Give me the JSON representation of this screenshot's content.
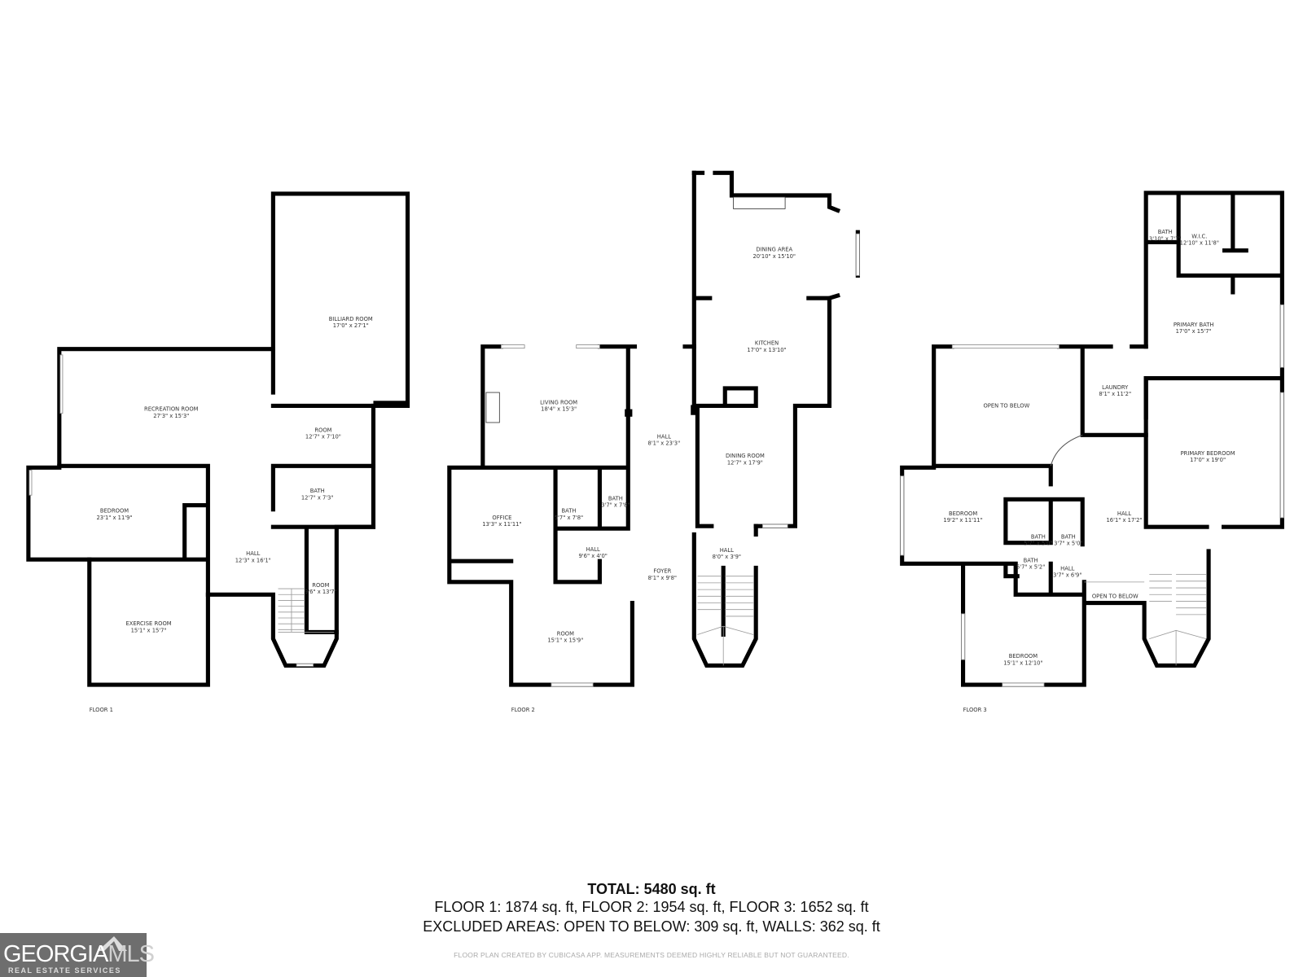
{
  "floors": [
    {
      "label": "FLOOR 1",
      "rooms": [
        {
          "name": "BILLIARD ROOM",
          "dims": "17'0\" x 27'1\""
        },
        {
          "name": "RECREATION ROOM",
          "dims": "27'3\" x 15'3\""
        },
        {
          "name": "ROOM",
          "dims": "12'7\" x 7'10\""
        },
        {
          "name": "BATH",
          "dims": "12'7\" x 7'3\""
        },
        {
          "name": "BEDROOM",
          "dims": "23'1\" x 11'9\""
        },
        {
          "name": "HALL",
          "dims": "12'3\" x 16'1\""
        },
        {
          "name": "ROOM",
          "dims": "9'6\" x 13'7\""
        },
        {
          "name": "EXERCISE ROOM",
          "dims": "15'1\" x 15'7\""
        }
      ]
    },
    {
      "label": "FLOOR 2",
      "rooms": [
        {
          "name": "DINING AREA",
          "dims": "20'10\" x 15'10\""
        },
        {
          "name": "KITCHEN",
          "dims": "17'0\" x 13'10\""
        },
        {
          "name": "LIVING ROOM",
          "dims": "18'4\" x 15'3\""
        },
        {
          "name": "HALL",
          "dims": "8'1\" x 23'3\""
        },
        {
          "name": "DINING ROOM",
          "dims": "12'7\" x 17'9\""
        },
        {
          "name": "OFFICE",
          "dims": "13'3\" x 11'11\""
        },
        {
          "name": "BATH",
          "dims": "5'7\" x 7'8\""
        },
        {
          "name": "BATH",
          "dims": "3'7\" x 7'8\""
        },
        {
          "name": "HALL",
          "dims": "9'6\" x 4'0\""
        },
        {
          "name": "FOYER",
          "dims": "8'1\" x 9'8\""
        },
        {
          "name": "HALL",
          "dims": "8'0\" x 3'9\""
        },
        {
          "name": "ROOM",
          "dims": "15'1\" x 15'9\""
        }
      ]
    },
    {
      "label": "FLOOR 3",
      "rooms": [
        {
          "name": "BATH",
          "dims": "3'10\" x 7'7\""
        },
        {
          "name": "W.I.C.",
          "dims": "12'10\" x 11'8\""
        },
        {
          "name": "PRIMARY BATH",
          "dims": "17'0\" x 15'7\""
        },
        {
          "name": "OPEN TO BELOW",
          "dims": ""
        },
        {
          "name": "LAUNDRY",
          "dims": "8'1\" x 11'2\""
        },
        {
          "name": "PRIMARY BEDROOM",
          "dims": "17'0\" x 19'0\""
        },
        {
          "name": "BEDROOM",
          "dims": "19'2\" x 11'11\""
        },
        {
          "name": "HALL",
          "dims": "16'1\" x 17'2\""
        },
        {
          "name": "BATH",
          "dims": "5'7\" x 5'0\""
        },
        {
          "name": "BATH",
          "dims": "3'7\" x 5'0\""
        },
        {
          "name": "BATH",
          "dims": "5'7\" x 5'2\""
        },
        {
          "name": "HALL",
          "dims": "3'7\" x 6'9\""
        },
        {
          "name": "OPEN TO BELOW",
          "dims": ""
        },
        {
          "name": "BEDROOM",
          "dims": "15'1\" x 12'10\""
        }
      ]
    }
  ],
  "summary": {
    "total": "TOTAL: 5480 sq. ft",
    "floors": "FLOOR 1: 1874 sq. ft, FLOOR 2: 1954 sq. ft, FLOOR 3: 1652 sq. ft",
    "excluded": "EXCLUDED AREAS: OPEN TO BELOW: 309 sq. ft, WALLS: 362 sq. ft",
    "disclaimer": "FLOOR PLAN CREATED BY CUBICASA APP. MEASUREMENTS DEEMED HIGHLY RELIABLE BUT NOT GUARANTEED."
  },
  "logo": {
    "brand_main": "GEORGIA",
    "brand_accent": "MLS",
    "tagline": "REAL ESTATE SERVICES",
    "color": "#6e6e6e"
  },
  "colors": {
    "wall": "#000000",
    "background": "#ffffff"
  }
}
